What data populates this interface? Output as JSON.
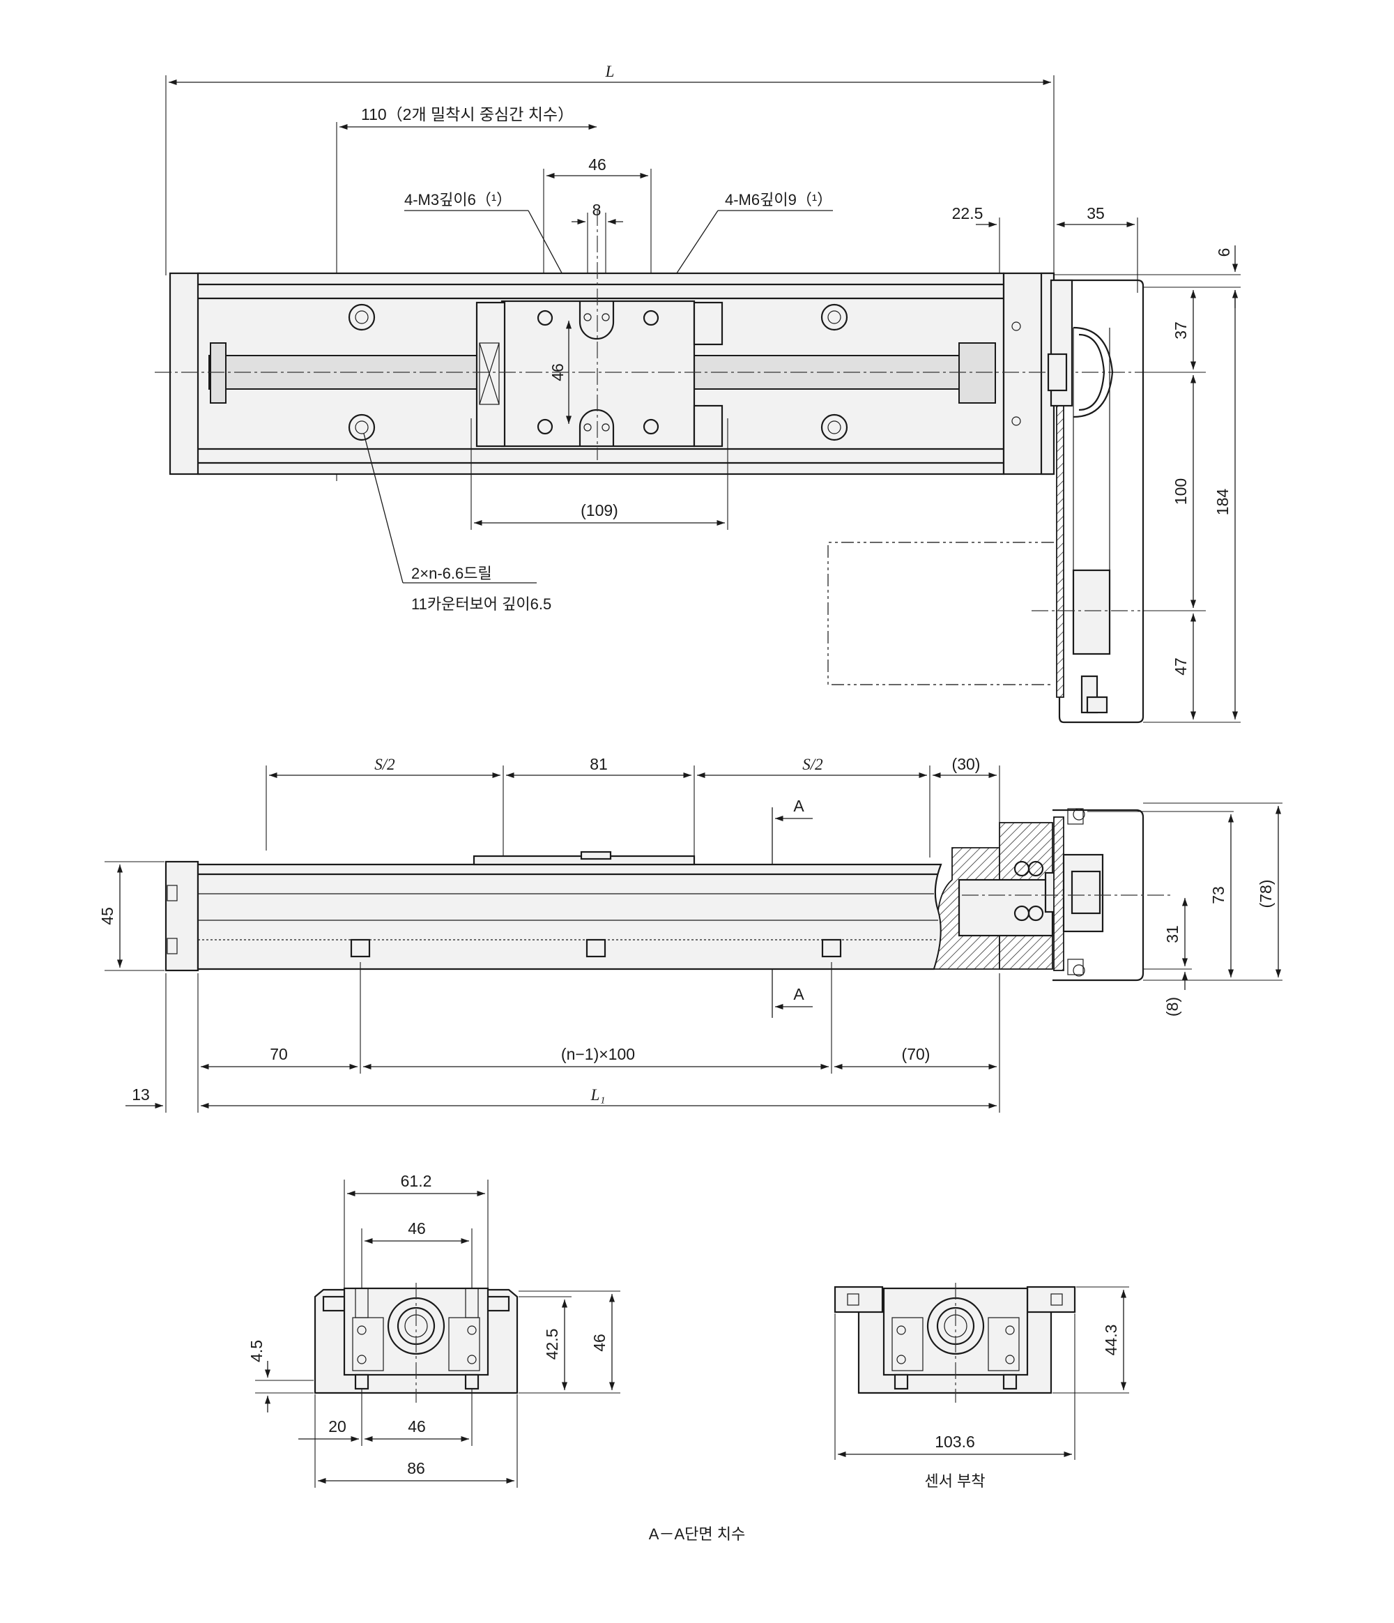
{
  "top_view": {
    "overall_length": "L",
    "pitch_note": "110（2개 밀착시 중심간 치수）",
    "table_hole_pitch": "46",
    "small_pitch": "8",
    "tap_m3": "4-M3깊이6（¹）",
    "tap_m6": "4-M6깊이9（¹）",
    "motor_offset": "22.5",
    "motor_length": "35",
    "top_gap": "6",
    "dim_37": "37",
    "table_hole_vertical": "46",
    "dim_100": "100",
    "dim_184": "184",
    "dim_47": "47",
    "table_length_ref": "(109)",
    "drill_note_line1": "2×n-6.6드릴",
    "drill_note_line2": "11카운터보어 깊이6.5"
  },
  "side_view": {
    "stroke_half_left": "S/2",
    "table_length": "81",
    "stroke_half_right": "S/2",
    "end_ref": "(30)",
    "section_mark": "A",
    "height": "45",
    "dim_73": "73",
    "dim_78": "(78)",
    "dim_31": "31",
    "dim_8": "(8)",
    "end_pitch_left": "70",
    "hole_pitch": "(n−1)×100",
    "end_pitch_right": "(70)",
    "end_cap": "13",
    "body_length": "L₁"
  },
  "section_views": {
    "width_61_2": "61.2",
    "width_46_top": "46",
    "dim_4_5": "4.5",
    "dim_42_5": "42.5",
    "dim_46_height": "46",
    "dim_20": "20",
    "dim_46_bottom": "46",
    "dim_86": "86",
    "dim_44_3": "44.3",
    "dim_103_6": "103.6",
    "sensor_caption": "센서 부착",
    "section_caption": "A－A단면 치수"
  }
}
